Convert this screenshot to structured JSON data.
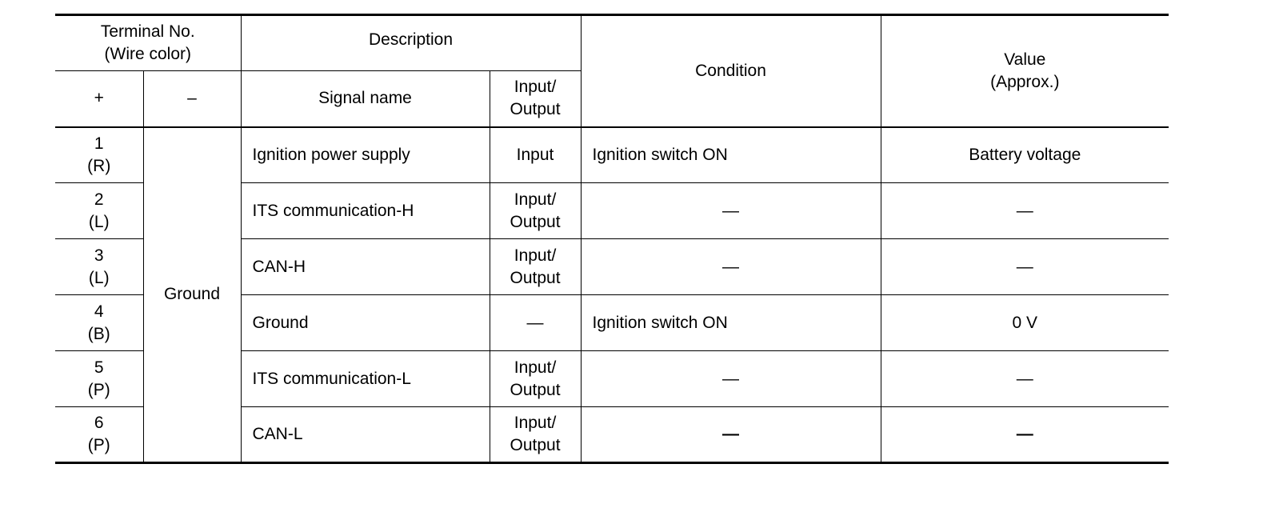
{
  "header": {
    "terminal_no": "Terminal No.",
    "wire_color": "(Wire color)",
    "description": "Description",
    "condition": "Condition",
    "value": "Value",
    "value_approx": "(Approx.)",
    "plus": "+",
    "minus": "–",
    "signal_name": "Signal name",
    "input_output_1": "Input/",
    "input_output_2": "Output"
  },
  "ground_label": "Ground",
  "rows": [
    {
      "terminal": "1",
      "color": "(R)",
      "signal": "Ignition power supply",
      "io_1": "Input",
      "io_2": "",
      "condition": "Ignition switch ON",
      "value": "Battery voltage"
    },
    {
      "terminal": "2",
      "color": "(L)",
      "signal": "ITS communication-H",
      "io_1": "Input/",
      "io_2": "Output",
      "condition": "—",
      "value": "—"
    },
    {
      "terminal": "3",
      "color": "(L)",
      "signal": "CAN-H",
      "io_1": "Input/",
      "io_2": "Output",
      "condition": "—",
      "value": "—"
    },
    {
      "terminal": "4",
      "color": "(B)",
      "signal": "Ground",
      "io_1": "—",
      "io_2": "",
      "condition": "Ignition switch ON",
      "value": "0 V"
    },
    {
      "terminal": "5",
      "color": "(P)",
      "signal": "ITS communication-L",
      "io_1": "Input/",
      "io_2": "Output",
      "condition": "—",
      "value": "—"
    },
    {
      "terminal": "6",
      "color": "(P)",
      "signal": "CAN-L",
      "io_1": "Input/",
      "io_2": "Output",
      "condition": "—",
      "value": "—"
    }
  ]
}
